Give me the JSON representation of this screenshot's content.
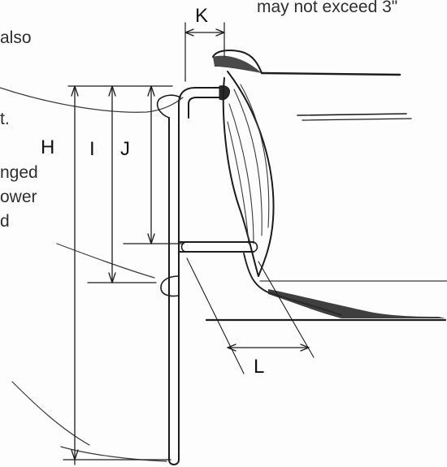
{
  "caption": {
    "top_right": "may not exceed 3\"",
    "left_fragments": [
      "also",
      "t.",
      "nged",
      "ower",
      "d"
    ]
  },
  "dimension_labels": {
    "h": "H",
    "i": "I",
    "j": "J",
    "k": "K",
    "l": "L"
  },
  "colors": {
    "ink": "#1c1c1c",
    "shade": "#2a2a2a",
    "text": "#2e2e2e"
  }
}
